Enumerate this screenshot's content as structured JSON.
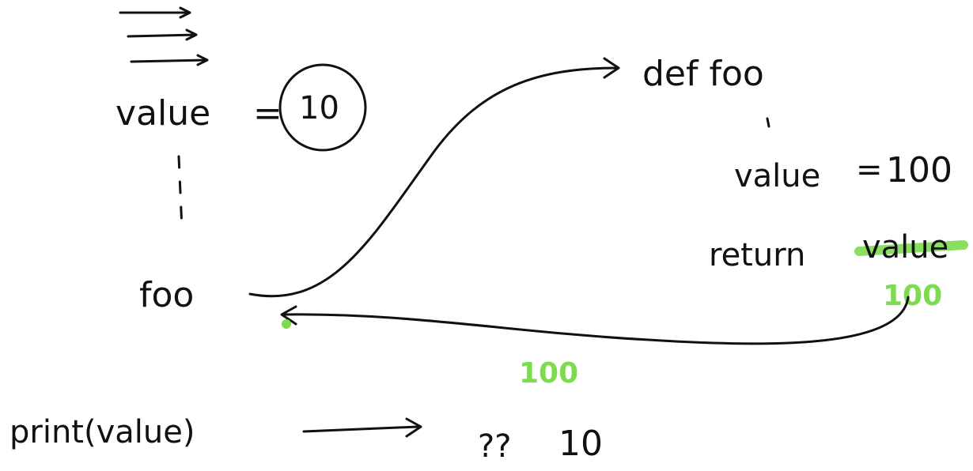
{
  "left": {
    "assignment_label": "value",
    "assignment_eq": "=",
    "assignment_value": "10",
    "call_label": "foo",
    "print_label": "print(value)",
    "output_prefix": "??",
    "output_value": "10"
  },
  "right": {
    "def_label": "def foo",
    "inner_label": "value",
    "inner_eq": "=",
    "inner_value": "100",
    "return_keyword": "return",
    "return_expr": "value",
    "return_result": "100"
  },
  "middle": {
    "returned_value": "100"
  },
  "colors": {
    "ink": "#111111",
    "highlight": "#7ddb4f",
    "background": "#ffffff"
  }
}
